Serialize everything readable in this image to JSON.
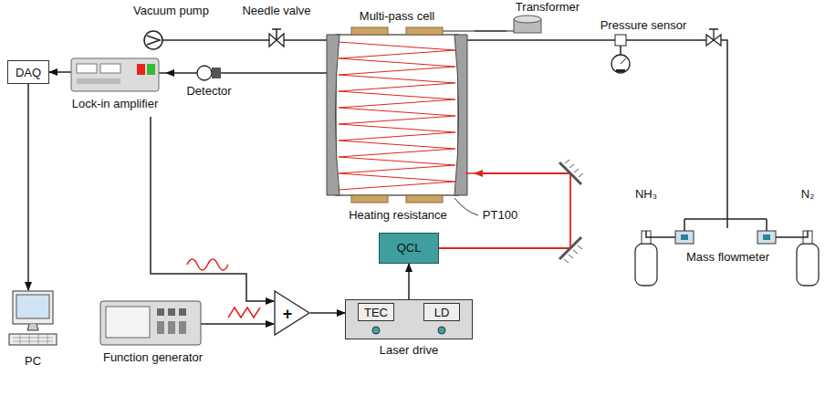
{
  "diagram": {
    "nodes": [
      {
        "text": [
          "Vacuum pump"
        ]
      },
      {
        "text": [
          "Needle valve"
        ]
      },
      {
        "text": [
          "Multi-pass cell"
        ]
      },
      {
        "text": [
          "Transformer"
        ]
      },
      {
        "text": [
          "Pressure sensor"
        ]
      },
      {
        "text": [
          "DAQ"
        ]
      },
      {
        "text": [
          "Lock-in amplifier"
        ]
      },
      {
        "text": [
          "Detector"
        ]
      },
      {
        "text": [
          "QCL"
        ]
      },
      {
        "text": [
          "Laser drive"
        ]
      },
      {
        "text": [
          "TEC"
        ],
        "in": 9
      },
      {
        "text": [
          "LD"
        ],
        "in": 9
      },
      {
        "text": [
          "PC"
        ]
      },
      {
        "text": [
          "Function generator"
        ]
      },
      {
        "text": [
          "+"
        ]
      },
      {
        "text": [
          "NH₃"
        ]
      },
      {
        "text": [
          "N₂"
        ]
      },
      {
        "text": [
          "Mass flowmeter"
        ]
      }
    ],
    "edges": [
      {
        "from": 0,
        "to": 1,
        "arrow": "none"
      },
      {
        "from": 1,
        "to": 2,
        "arrow": "none"
      },
      {
        "from": 3,
        "to": 2,
        "arrow": "none"
      },
      {
        "from": 2,
        "to": 4,
        "arrow": "none"
      },
      {
        "from": 4,
        "to": 17,
        "arrow": "none"
      },
      {
        "from": 15,
        "to": 17,
        "arrow": "none"
      },
      {
        "from": 16,
        "to": 17,
        "arrow": "none"
      },
      {
        "from": 2,
        "to": 7,
        "arrow": "none"
      },
      {
        "from": 7,
        "to": 6,
        "arrow": "to"
      },
      {
        "from": 6,
        "to": 5,
        "arrow": "to"
      },
      {
        "from": 5,
        "to": 12,
        "arrow": "to"
      },
      {
        "from": 6,
        "to": 14,
        "arrow": "to"
      },
      {
        "from": 13,
        "to": 14,
        "arrow": "to"
      },
      {
        "from": 14,
        "to": 9,
        "arrow": "to"
      },
      {
        "from": 9,
        "to": 8,
        "arrow": "to"
      },
      {
        "from": 8,
        "to": 2,
        "arrow": "to"
      }
    ],
    "labels": [
      "Heating resistance",
      "PT100"
    ]
  }
}
